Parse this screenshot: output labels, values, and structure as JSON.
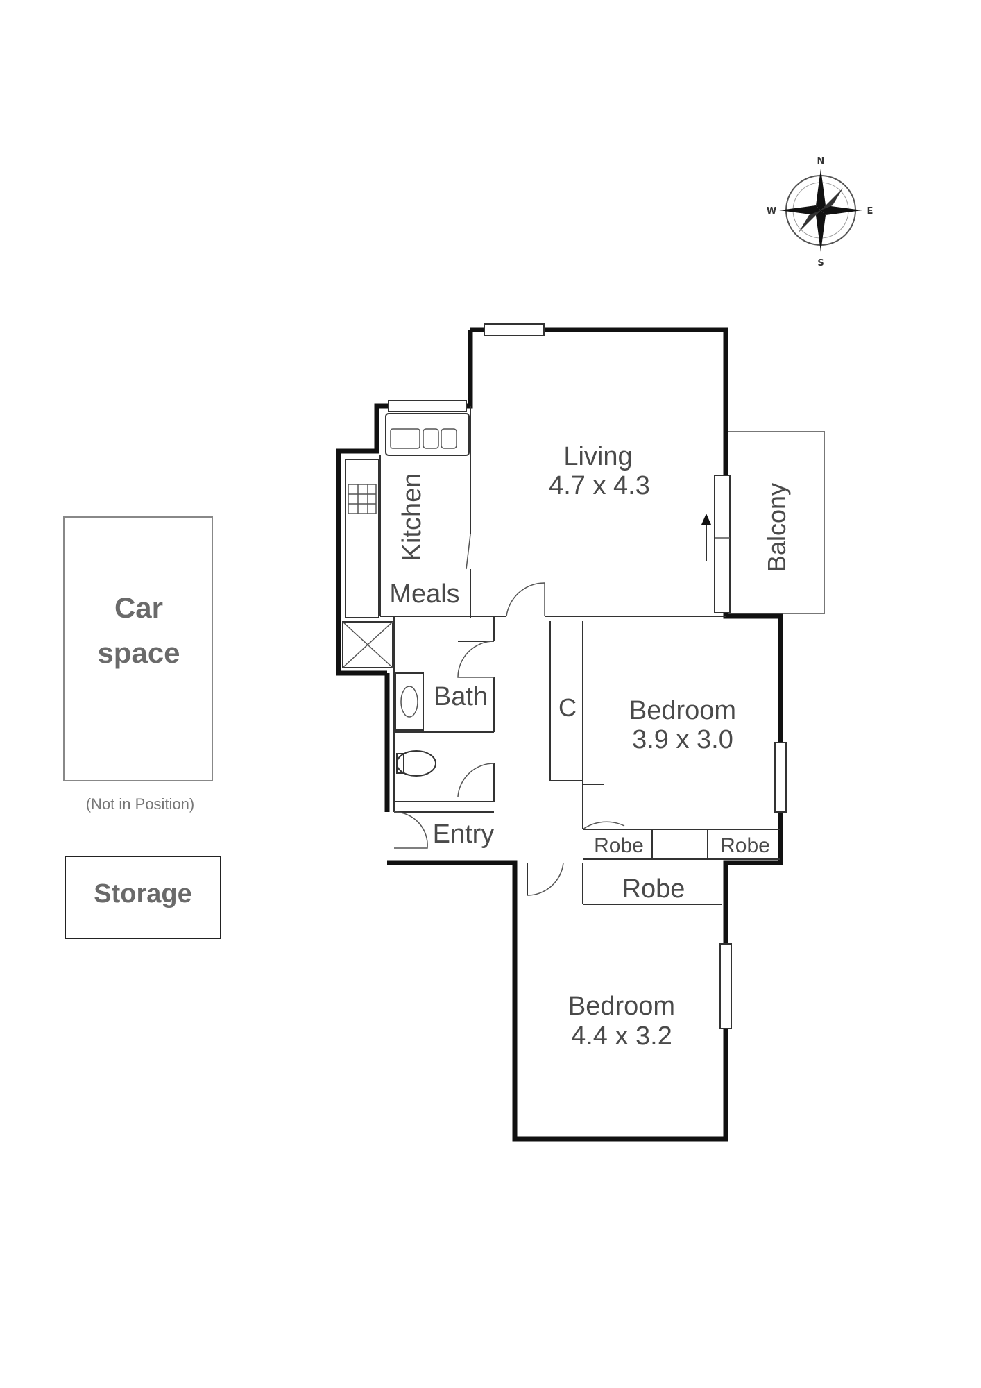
{
  "compass": {
    "north": "N",
    "south": "S",
    "east": "E",
    "west": "W"
  },
  "rooms": {
    "living": {
      "name": "Living",
      "size": "4.7 x 4.3"
    },
    "kitchen": {
      "name": "Kitchen"
    },
    "meals": {
      "name": "Meals"
    },
    "balcony": {
      "name": "Balcony"
    },
    "bath": {
      "name": "Bath"
    },
    "cupboard": {
      "name": "C"
    },
    "bedroom1": {
      "name": "Bedroom",
      "size": "3.9 x 3.0"
    },
    "entry": {
      "name": "Entry"
    },
    "robe1": {
      "name": "Robe"
    },
    "robe2": {
      "name": "Robe"
    },
    "robe3": {
      "name": "Robe"
    },
    "bedroom2": {
      "name": "Bedroom",
      "size": "4.4 x 3.2"
    }
  },
  "car_space": {
    "line1": "Car",
    "line2": "space",
    "note": "(Not in Position)"
  },
  "storage": {
    "name": "Storage"
  }
}
